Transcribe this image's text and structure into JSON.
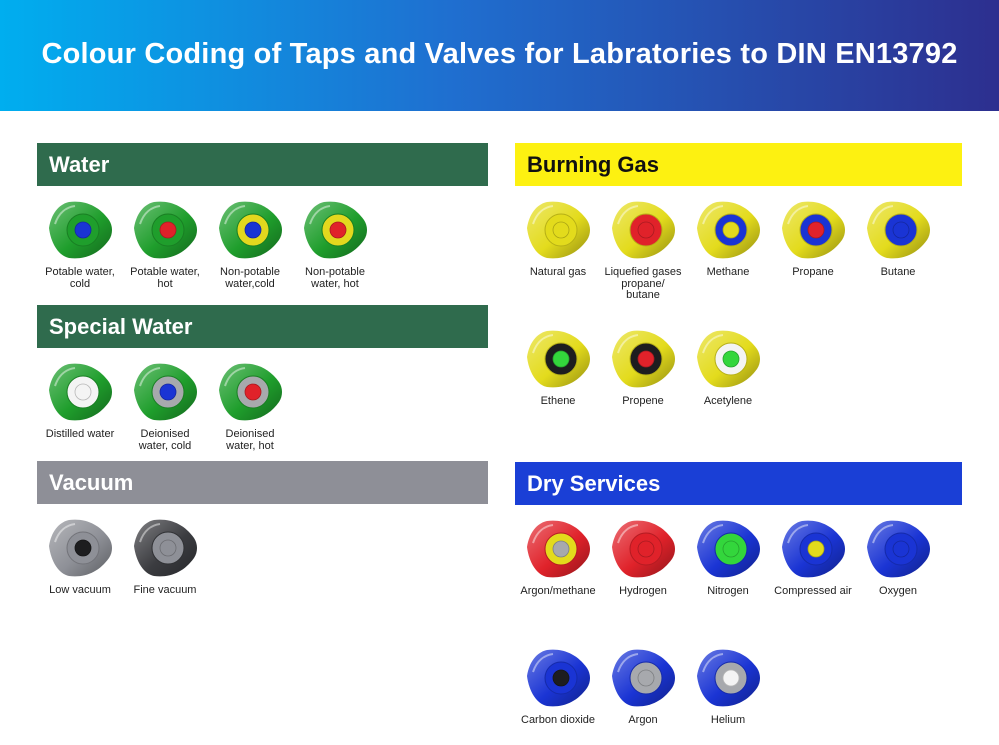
{
  "title": "Colour Coding of Taps and Valves for Labratories to DIN EN13792",
  "colors": {
    "header_start": "#00aeef",
    "header_end": "#2d2f8f",
    "water_bar": "#2f6b4d",
    "vacuum_bar": "#8e8f97",
    "burning_gas_bar": "#fdf111",
    "dry_services_bar": "#1a3fd6"
  },
  "sections": [
    {
      "id": "water",
      "heading": "Water",
      "taps": [
        {
          "label": "Potable water, cold",
          "body": "#1f9e2c",
          "ring": "#1f9e2c",
          "center": "#1a34d4",
          "icon": "green-blue-tap-icon"
        },
        {
          "label": "Potable water, hot",
          "body": "#1f9e2c",
          "ring": "#1f9e2c",
          "center": "#e0222a",
          "icon": "green-red-tap-icon"
        },
        {
          "label": "Non-potable water,cold",
          "body": "#1f9e2c",
          "ring": "#e3d81e",
          "center": "#1a34d4",
          "icon": "green-yellow-blue-tap-icon"
        },
        {
          "label": "Non-potable water, hot",
          "body": "#1f9e2c",
          "ring": "#e3d81e",
          "center": "#e0222a",
          "icon": "green-yellow-red-tap-icon"
        }
      ]
    },
    {
      "id": "special-water",
      "heading": "Special Water",
      "taps": [
        {
          "label": "Distilled water",
          "body": "#1f9e2c",
          "ring": "#f4f4f4",
          "center": "#f4f4f4",
          "icon": "green-white-tap-icon"
        },
        {
          "label": "Deionised water, cold",
          "body": "#1f9e2c",
          "ring": "#a7a9ad",
          "center": "#1a34d4",
          "icon": "green-grey-blue-tap-icon"
        },
        {
          "label": "Deionised water, hot",
          "body": "#1f9e2c",
          "ring": "#a7a9ad",
          "center": "#e0222a",
          "icon": "green-grey-red-tap-icon"
        }
      ]
    },
    {
      "id": "vacuum",
      "heading": "Vacuum",
      "taps": [
        {
          "label": "Low vacuum",
          "body": "#8e9097",
          "ring": "#8e9097",
          "center": "#1d1d1f",
          "icon": "grey-black-tap-icon"
        },
        {
          "label": "Fine vacuum",
          "body": "#3b3c40",
          "ring": "#8e9097",
          "center": "#8e9097",
          "icon": "black-grey-tap-icon"
        }
      ]
    },
    {
      "id": "burning-gas",
      "heading": "Burning Gas",
      "taps": [
        {
          "label": "Natural gas",
          "body": "#e3db1c",
          "ring": "#e3db1c",
          "center": "#e3db1c",
          "icon": "yellow-tap-icon"
        },
        {
          "label": "Liquefied gases propane/ butane",
          "body": "#e3db1c",
          "ring": "#e0222a",
          "center": "#e0222a",
          "icon": "yellow-red-tap-icon"
        },
        {
          "label": "Methane",
          "body": "#e3db1c",
          "ring": "#1a34d4",
          "center": "#e3db1c",
          "icon": "yellow-blue-yellow-tap-icon"
        },
        {
          "label": "Propane",
          "body": "#e3db1c",
          "ring": "#1a34d4",
          "center": "#e0222a",
          "icon": "yellow-blue-red-tap-icon"
        },
        {
          "label": "Butane",
          "body": "#e3db1c",
          "ring": "#1a34d4",
          "center": "#1a34d4",
          "icon": "yellow-blue-tap-icon"
        },
        {
          "label": "Ethene",
          "body": "#e3db1c",
          "ring": "#1d1d1f",
          "center": "#33d63c",
          "icon": "yellow-black-green-tap-icon"
        },
        {
          "label": "Propene",
          "body": "#e3db1c",
          "ring": "#1d1d1f",
          "center": "#e0222a",
          "icon": "yellow-black-red-tap-icon"
        },
        {
          "label": "Acetylene",
          "body": "#e3db1c",
          "ring": "#f4f4f4",
          "center": "#33d63c",
          "icon": "yellow-white-green-tap-icon"
        }
      ]
    },
    {
      "id": "dry-services",
      "heading": "Dry Services",
      "taps": [
        {
          "label": "Argon/methane",
          "body": "#e0222a",
          "ring": "#e3db1c",
          "center": "#a7a9ad",
          "icon": "red-yellow-tap-icon"
        },
        {
          "label": "Hydrogen",
          "body": "#e0222a",
          "ring": "#e0222a",
          "center": "#e0222a",
          "icon": "red-tap-icon"
        },
        {
          "label": "Nitrogen",
          "body": "#1a34d4",
          "ring": "#33d63c",
          "center": "#33d63c",
          "icon": "blue-green-tap-icon"
        },
        {
          "label": "Compressed air",
          "body": "#1a34d4",
          "ring": "#1a34d4",
          "center": "#e3db1c",
          "icon": "blue-yellow-tap-icon"
        },
        {
          "label": "Oxygen",
          "body": "#1a34d4",
          "ring": "#1a34d4",
          "center": "#1a34d4",
          "icon": "blue-tap-icon"
        },
        {
          "label": "Carbon dioxide",
          "body": "#1a34d4",
          "ring": "#1a34d4",
          "center": "#1d1d1f",
          "icon": "blue-black-tap-icon"
        },
        {
          "label": "Argon",
          "body": "#1a34d4",
          "ring": "#a7a9ad",
          "center": "#a7a9ad",
          "icon": "blue-grey-tap-icon"
        },
        {
          "label": "Helium",
          "body": "#1a34d4",
          "ring": "#a7a9ad",
          "center": "#f4f4f4",
          "icon": "blue-white-tap-icon"
        }
      ]
    }
  ]
}
